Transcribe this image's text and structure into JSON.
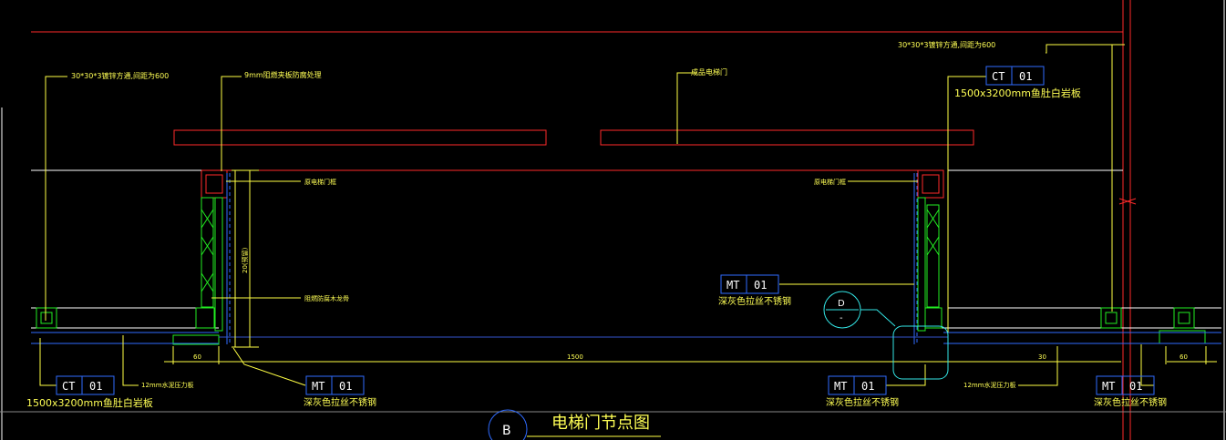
{
  "title": "电梯门节点图",
  "section_marker": "B",
  "detail_marker": {
    "top": "D",
    "bottom": "-"
  },
  "colors": {
    "background": "#000000",
    "red": "#ff2222",
    "yellow": "#ffff44",
    "blue": "#2f6bff",
    "cyan": "#33e6e6",
    "white": "#ffffff",
    "green": "#22ee22"
  },
  "notes": {
    "left_steel": "30*30*3镀锌方通,间距为600",
    "right_steel": "30*30*3镀锌方通,间距为600",
    "board9mm": "9mm阻燃夹板防腐处理",
    "elevator_door": "成品电梯门",
    "door_frame_left": "原电梯门框",
    "door_frame_right": "原电梯门框",
    "keel": "阻燃防腐木龙骨",
    "cement_left": "12mm水泥压力板",
    "cement_right": "12mm水泥压力板",
    "vert_dim": "20(预留)"
  },
  "dimensions": {
    "d_60_left": "60",
    "d_1500": "1500",
    "d_30": "30",
    "d_60_right": "60"
  },
  "tags": [
    {
      "code": "CT",
      "num": "01",
      "desc": "1500x3200mm鱼肚白岩板"
    },
    {
      "code": "MT",
      "num": "01",
      "desc": "深灰色拉丝不锈钢"
    },
    {
      "code": "CT",
      "num": "01",
      "desc": "1500x3200mm鱼肚白岩板"
    },
    {
      "code": "MT",
      "num": "01",
      "desc": "深灰色拉丝不锈钢"
    },
    {
      "code": "MT",
      "num": "01",
      "desc": "深灰色拉丝不锈钢"
    },
    {
      "code": "MT",
      "num": "01",
      "desc": "深灰色拉丝不锈钢"
    }
  ]
}
